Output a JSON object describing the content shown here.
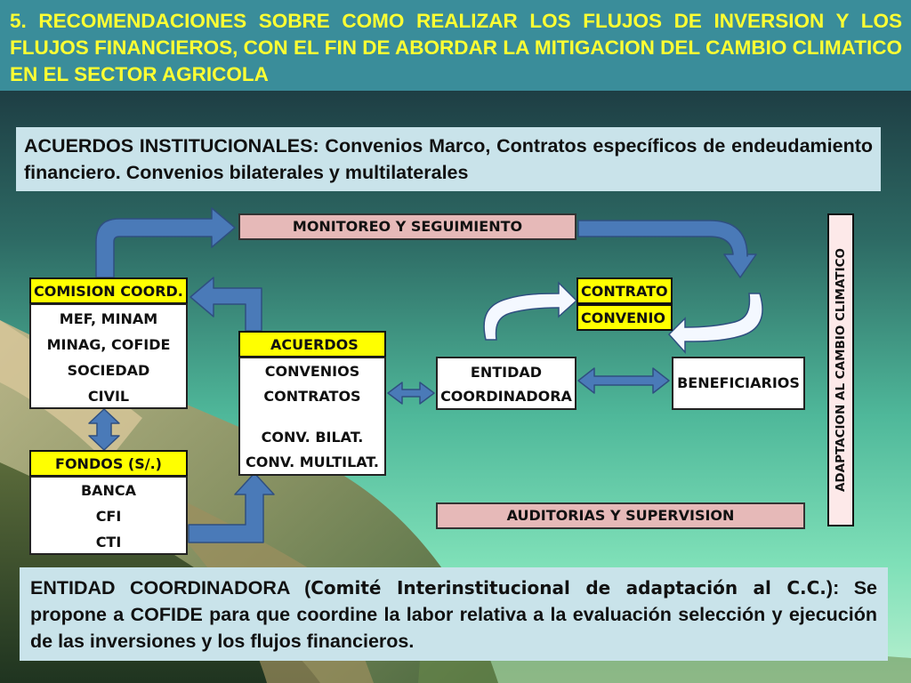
{
  "title": "5. RECOMENDACIONES SOBRE COMO REALIZAR LOS FLUJOS DE INVERSION Y LOS FLUJOS FINANCIEROS, CON EL FIN DE ABORDAR LA MITIGACION DEL CAMBIO CLIMATICO EN EL SECTOR AGRICOLA",
  "top_note": {
    "lead": "ACUERDOS INSTITUCIONALES:",
    "text": " Convenios Marco, Contratos específicos de endeudamiento financiero. Convenios bilaterales y multilaterales"
  },
  "diagram": {
    "monitoreo": "MONITOREO Y SEGUIMIENTO",
    "comision": {
      "header": "COMISION COORD.",
      "lines": [
        "MEF, MINAM",
        "MINAG, COFIDE",
        "SOCIEDAD",
        "CIVIL"
      ]
    },
    "fondos": {
      "header": "FONDOS (S/.)",
      "lines": [
        "BANCA",
        "CFI",
        "CTI"
      ]
    },
    "acuerdos": {
      "header": "ACUERDOS",
      "lines": [
        "CONVENIOS",
        "CONTRATOS",
        "CONV. BILAT.",
        "CONV. MULTILAT."
      ]
    },
    "entidad": [
      "ENTIDAD",
      "COORDINADORA"
    ],
    "contrato": "CONTRATO",
    "convenio": "CONVENIO",
    "beneficiarios": "BENEFICIARIOS",
    "auditorias": "AUDITORIAS Y SUPERVISION",
    "adaptacion": "ADAPTACION AL CAMBIO CLIMATICO"
  },
  "bottom_note": {
    "lead": "ENTIDAD COORDINADORA (",
    "emph": "Comité Interinstitucional de adaptación al C.C.",
    "text": "): Se propone a COFIDE para que coordine la labor relativa a la evaluación selección y ejecución de las inversiones y los flujos financieros."
  },
  "colors": {
    "title_bg": "#3a8d9a",
    "title_text": "#ffff33",
    "header_fill": "#ffff00",
    "pink_fill": "#e6b9b8",
    "arrow_blue": "#4a7ab8",
    "note_bg": "#c9e3ea"
  }
}
